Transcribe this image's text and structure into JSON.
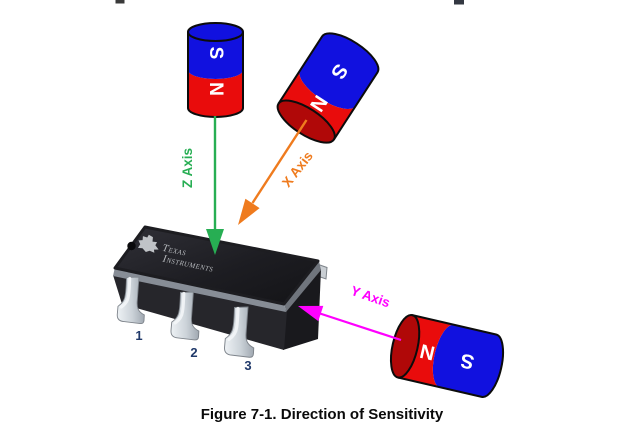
{
  "figure": {
    "caption": "Figure 7-1. Direction of Sensitivity"
  },
  "axes": {
    "z": {
      "label": "Z Axis",
      "color": "#27ae53"
    },
    "x": {
      "label": "X Axis",
      "color": "#ef7b1e"
    },
    "y": {
      "label": "Y Axis",
      "color": "#ff00ff"
    }
  },
  "magnets": {
    "colors": {
      "blue": "#1111df",
      "red": "#e90c0c",
      "cap_dark_red": "#b00808"
    },
    "z": {
      "pole_top": "S",
      "pole_bottom": "N"
    },
    "x": {
      "pole_upper": "S",
      "pole_lower": "N"
    },
    "y": {
      "pole_left": "N",
      "pole_right": "S"
    }
  },
  "package": {
    "brand_line1": "Texas",
    "brand_line2": "Instruments",
    "pin_labels": [
      "1",
      "2",
      "3"
    ]
  }
}
